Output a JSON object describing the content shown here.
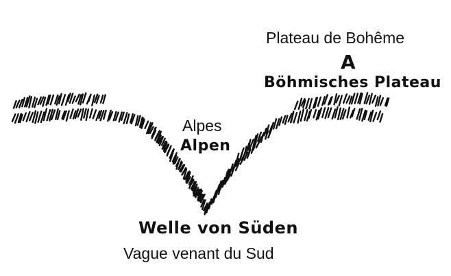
{
  "labels": {
    "plateau_fr": "Plateau de Bohême",
    "plateau_letter": "A",
    "plateau_de": "Böhmisches Plateau",
    "alpes_fr": "Alpes",
    "alpen_de": "Alpen",
    "wave_de": "Welle von Süden",
    "wave_fr": "Vague venant du Sud"
  },
  "colors": {
    "ink": "#111111",
    "background": "#ffffff"
  }
}
